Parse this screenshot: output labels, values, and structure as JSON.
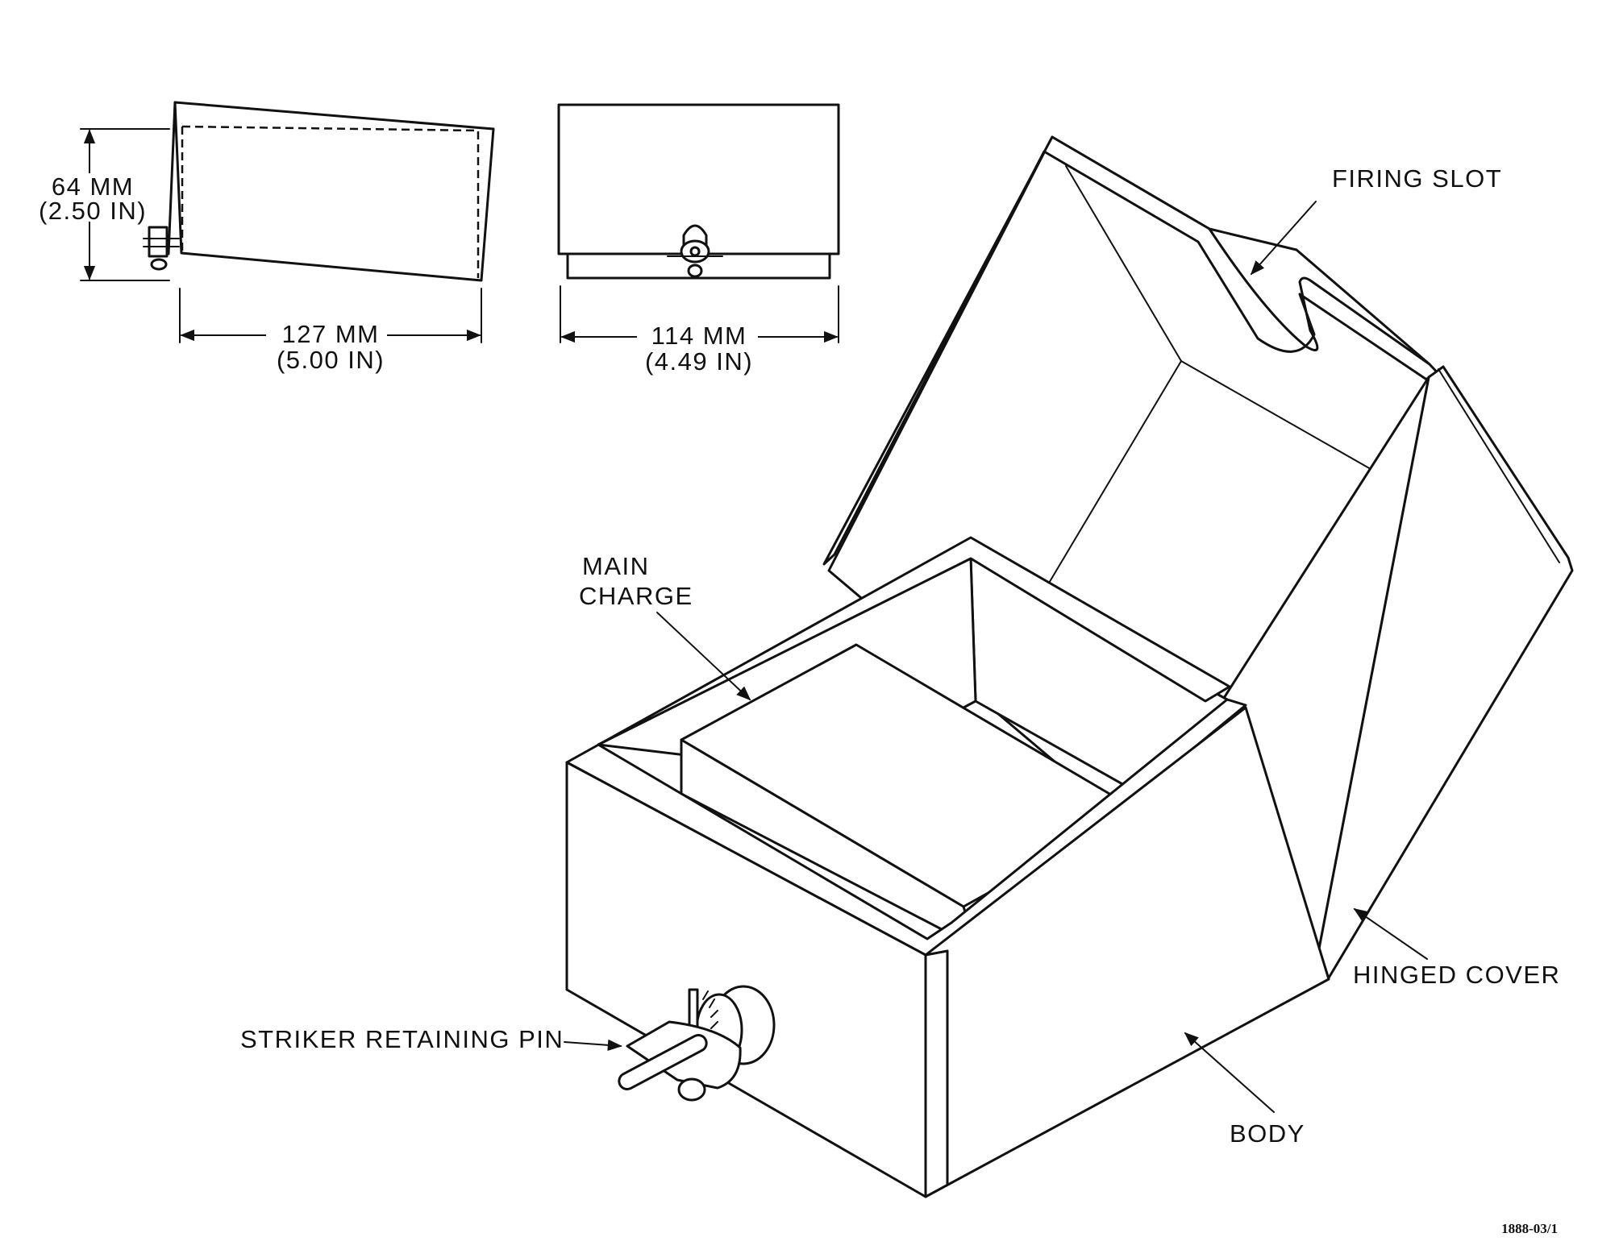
{
  "side_view": {
    "height_mm": "64 MM",
    "height_in": "(2.50 IN)",
    "length_mm": "127 MM",
    "length_in": "(5.00 IN)"
  },
  "front_view": {
    "width_mm": "114 MM",
    "width_in": "(4.49 IN)"
  },
  "callouts": {
    "firing_slot": "FIRING SLOT",
    "main_charge_line1": "MAIN",
    "main_charge_line2": "CHARGE",
    "hinged_cover": "HINGED COVER",
    "body": "BODY",
    "striker_retaining_pin": "STRIKER RETAINING PIN"
  },
  "figure_id": "1888-03/1",
  "colors": {
    "ink": "#111111",
    "paper": "#ffffff"
  }
}
